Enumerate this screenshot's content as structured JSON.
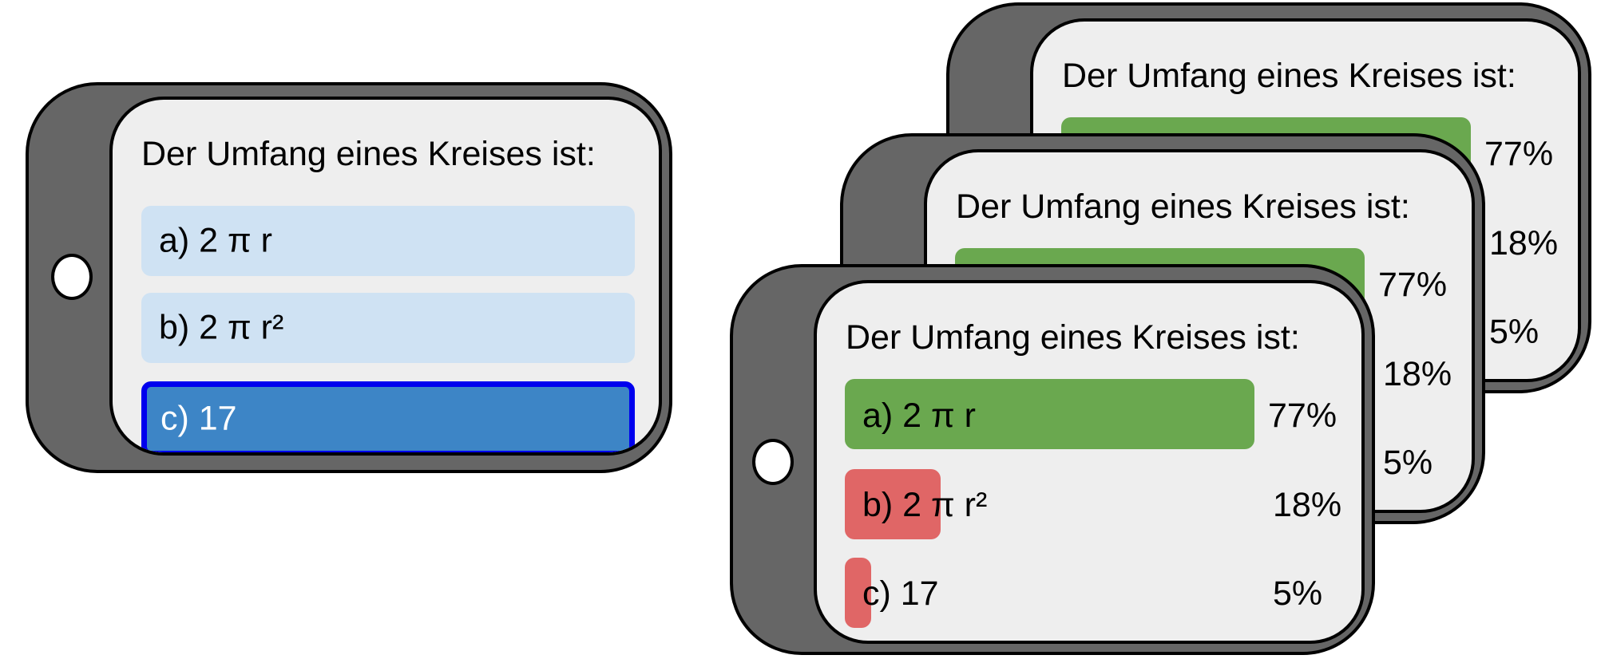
{
  "question": "Der Umfang eines Kreises ist:",
  "options": [
    {
      "label": "a) 2 π r"
    },
    {
      "label": "b) 2 π r²"
    },
    {
      "label": "c) 17"
    }
  ],
  "selected_option_index": 2,
  "results": [
    {
      "label": "a) 2 π r",
      "percent_value": 77,
      "percent_text": "77%"
    },
    {
      "label": "b) 2 π r²",
      "percent_value": 18,
      "percent_text": "18%"
    },
    {
      "label": "c) 17",
      "percent_value": 5,
      "percent_text": "5%"
    }
  ],
  "colors": {
    "device_body": "#666666",
    "screen": "#eeeeee",
    "option_unselected": "#cfe2f3",
    "option_selected": "#3d85c6",
    "option_selected_border": "#0000ee",
    "correct_bar": "#6aa84f",
    "wrong_bar": "#e06666"
  }
}
